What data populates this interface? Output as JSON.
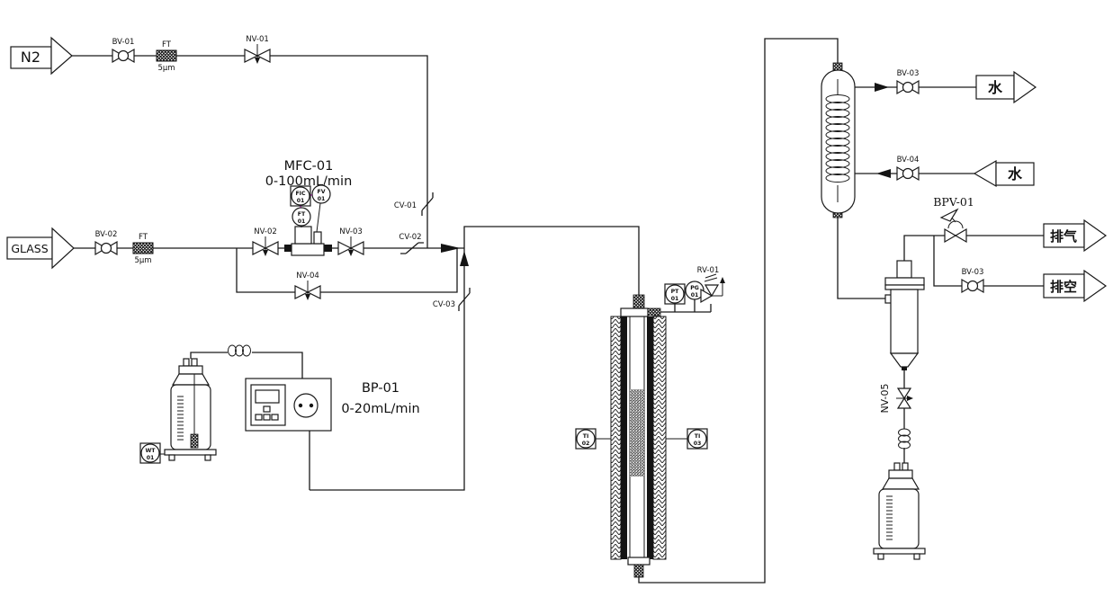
{
  "streams": {
    "n2": "N2",
    "glass": "GLASS",
    "water_out": "水",
    "water_in": "水",
    "exhaust": "排气",
    "vent": "排空"
  },
  "valves": {
    "bv01": "BV-01",
    "bv02": "BV-02",
    "nv01": "NV-01",
    "nv02": "NV-02",
    "nv03": "NV-03",
    "nv04": "NV-04",
    "nv05": "NV-05",
    "cv01": "CV-01",
    "cv02": "CV-02",
    "cv03": "CV-03",
    "bv03_water": "BV-03",
    "bv04": "BV-04",
    "bpv01": "BPV-01",
    "bv03_vent": "BV-03",
    "rv01": "RV-01"
  },
  "filters": {
    "label": "FT",
    "rating": "5μm"
  },
  "equipment": {
    "mfc": {
      "name": "MFC-01",
      "range": "0-100mL/min"
    },
    "pump": {
      "name": "BP-01",
      "range": "0-20mL/min"
    }
  },
  "instruments": {
    "fic01": {
      "line1": "FIC",
      "line2": "01"
    },
    "fv01": {
      "line1": "FV",
      "line2": "01"
    },
    "ft01": {
      "line1": "FT",
      "line2": "01"
    },
    "wt01": {
      "line1": "WT",
      "line2": "01"
    },
    "pt01": {
      "line1": "PT",
      "line2": "01"
    },
    "pg01": {
      "line1": "PG",
      "line2": "01"
    },
    "ti02": {
      "line1": "TI",
      "line2": "02"
    },
    "ti03": {
      "line1": "TI",
      "line2": "03"
    }
  },
  "colors": {
    "line": "#1a1a1a",
    "signal": "#ee00ee",
    "background": "#ffffff"
  }
}
